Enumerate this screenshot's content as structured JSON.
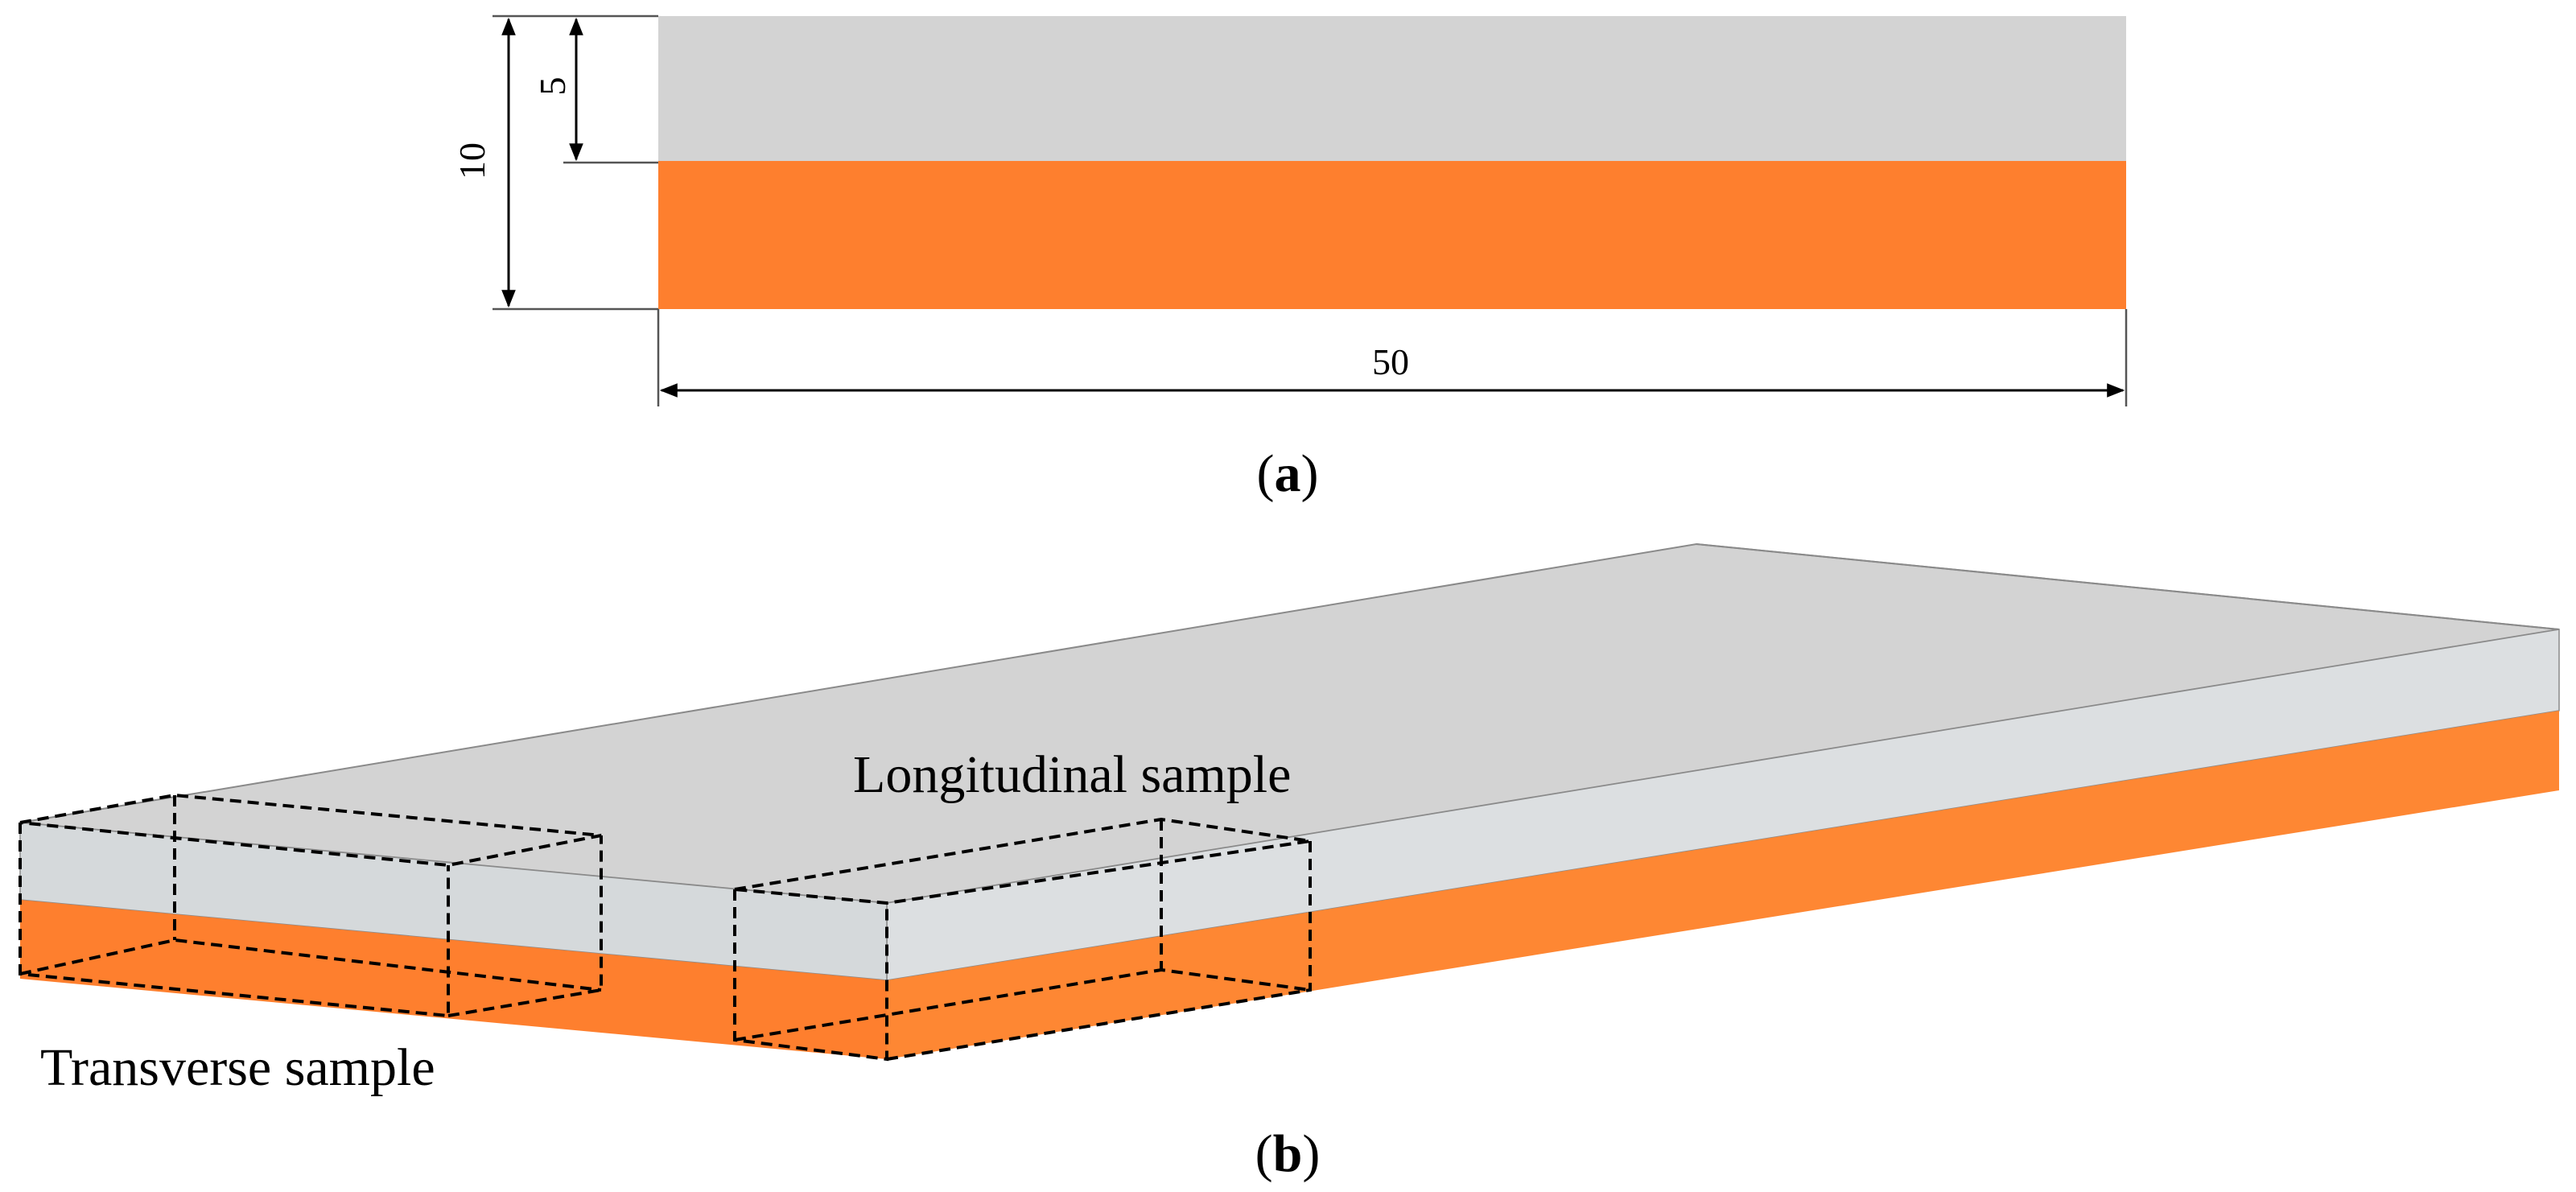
{
  "panel_a": {
    "dimensions": {
      "total_thickness": "10",
      "layer_thickness": "5",
      "length": "50"
    },
    "caption_letter": "a"
  },
  "panel_b": {
    "labels": {
      "longitudinal": "Longitudinal sample",
      "transverse": "Transverse sample"
    },
    "caption_letter": "b"
  },
  "colors": {
    "top_layer": "#d3d3d3",
    "bottom_layer": "#fe7f2e",
    "top_side_face": "#dcdfe1",
    "bottom_side_face": "#fe8733",
    "top_front_face": "#d5d9db",
    "bottom_front_face": "#fe7f2e"
  }
}
